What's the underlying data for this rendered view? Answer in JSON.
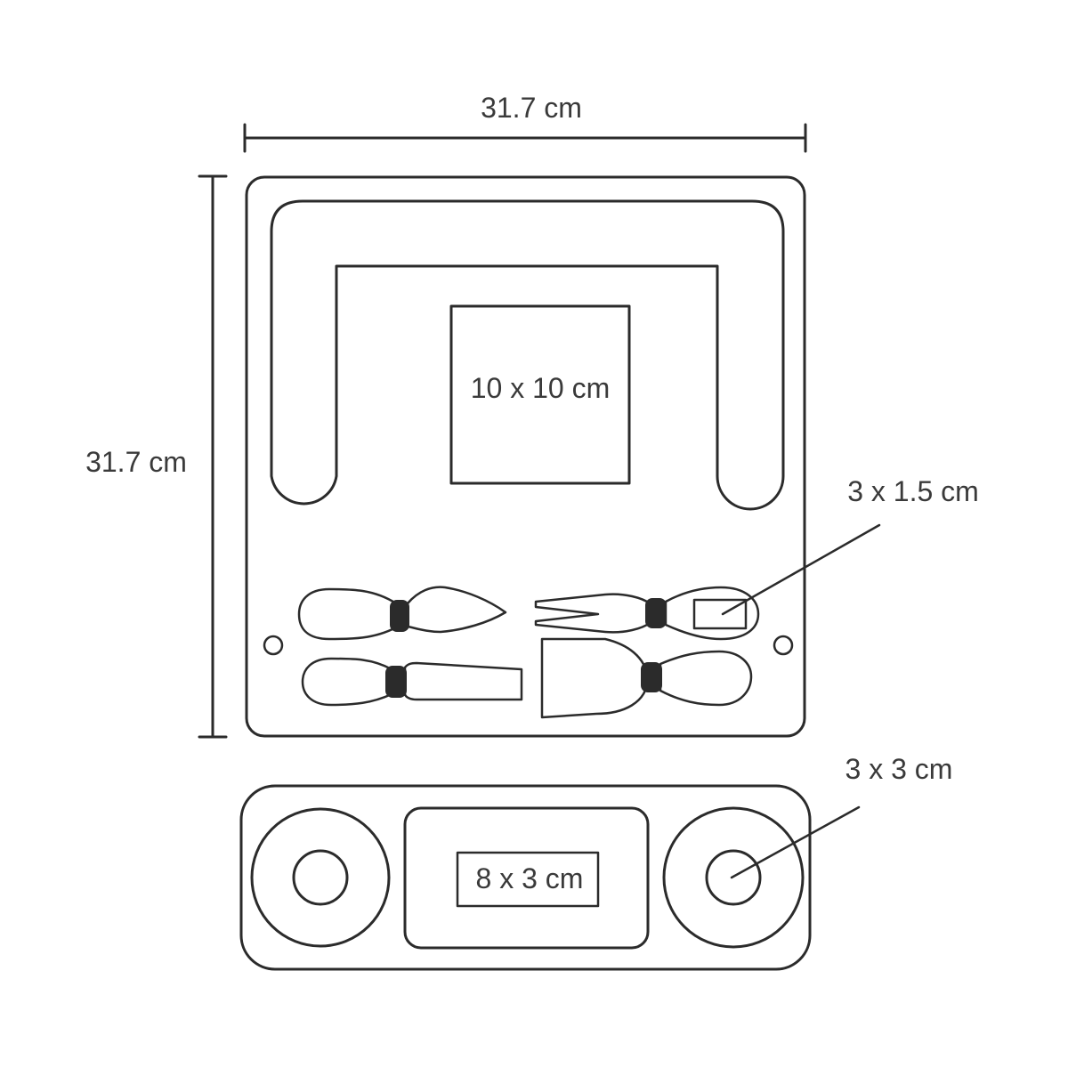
{
  "labels": {
    "width": "31.7 cm",
    "height": "31.7 cm",
    "center_square": "10 x 10 cm",
    "small_slot": "3 x 1.5 cm",
    "round_dish": "3 x 3 cm",
    "center_tray": "8 x 3 cm"
  },
  "colors": {
    "line": "#2b2b2b",
    "text": "#3a3a3a",
    "background": "#ffffff"
  }
}
